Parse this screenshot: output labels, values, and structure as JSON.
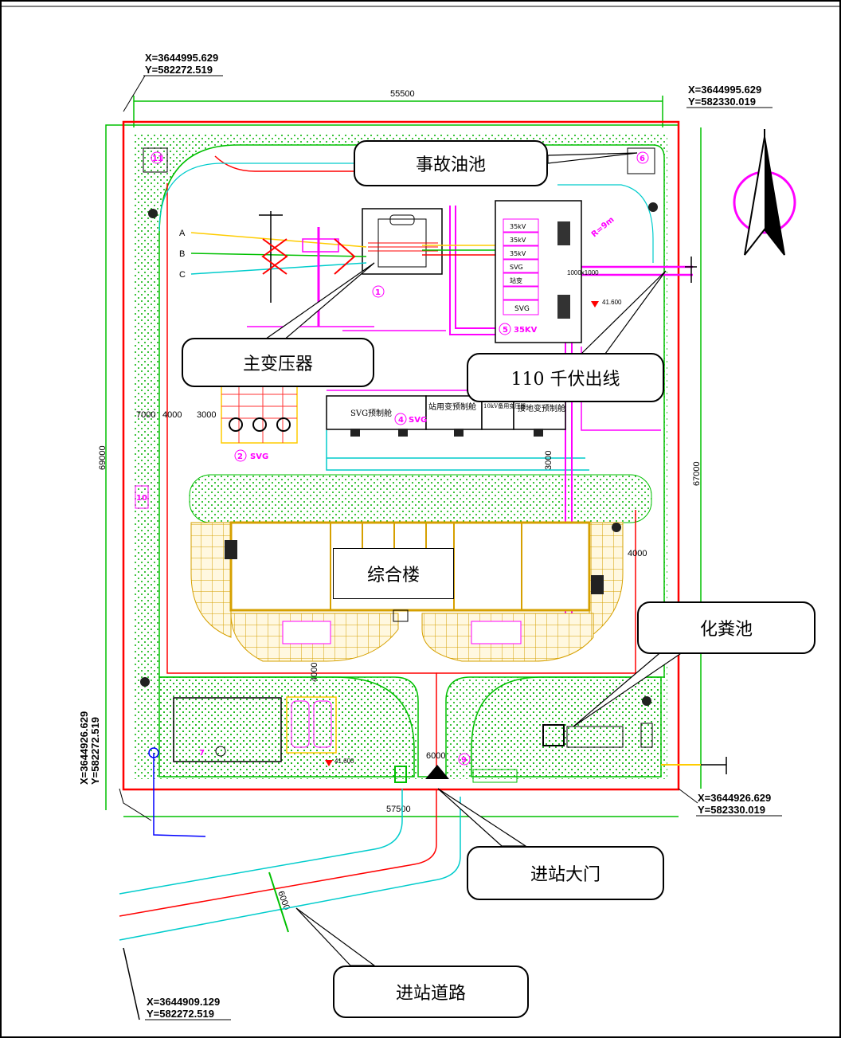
{
  "callouts": {
    "oil_pool": "事故油池",
    "main_transformer": "主变压器",
    "outgoing_line": "110 千伏出线",
    "building": "综合楼",
    "septic_tank": "化粪池",
    "main_gate": "进站大门",
    "access_road": "进站道路"
  },
  "coordinates": {
    "nw_x": "X=3644995.629",
    "nw_y": "Y=582272.519",
    "ne_x": "X=3644995.629",
    "ne_y": "Y=582330.019",
    "sw_x": "X=3644926.629",
    "sw_y": "Y=582272.519",
    "se_x": "X=3644926.629",
    "se_y": "Y=582330.019",
    "road_x": "X=3644909.129",
    "road_y": "Y=582272.519"
  },
  "dimensions": {
    "top_width": "55500",
    "bottom_width": "57500",
    "left_height": "69000",
    "right_height": "67000",
    "gate_width": "6000",
    "road_width": "6000",
    "d_4000_a": "4000",
    "d_3000_a": "3000",
    "d_7000": "7000",
    "d_3000_b": "3000",
    "d_4000_b": "4000",
    "d_4000_c": "4000"
  },
  "labels": {
    "svg_room": "SVG预制舱",
    "station_transformer": "站用变预制舱",
    "backup_transformer": "10kV备用变压器",
    "grounding_transformer": "接地变预制舱",
    "svg_label": "SVG",
    "kv35_label": "35KV",
    "radius_9m": "R=9m",
    "pipe_1000": "1000x1000",
    "elev_1": "41.600",
    "elev_2": "41.600",
    "num_5": "5",
    "num_4": "4",
    "num_2": "2",
    "num_6": "6",
    "num_7": "7",
    "num_9": "9",
    "num_11": "11",
    "num_10": "10",
    "num_1": "1",
    "phase_a": "A",
    "phase_b": "B",
    "phase_c": "C",
    "svg_cell": "SVG",
    "svg_equip": "SVG",
    "kv35_cells": [
      "35kV",
      "35kV",
      "35kV",
      "SVG",
      "站变",
      "SVG"
    ]
  }
}
